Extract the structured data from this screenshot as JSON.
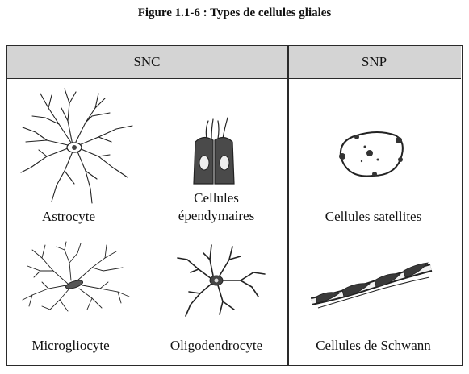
{
  "figure": {
    "title": "Figure 1.1-6 : Types de cellules gliales"
  },
  "table": {
    "headers": {
      "snc": "SNC",
      "snp": "SNP"
    },
    "cells": {
      "astrocyte": "Astrocyte",
      "ependymal_line1": "Cellules",
      "ependymal_line2": "épendymaires",
      "satellite": "Cellules satellites",
      "microglia": "Microgliocyte",
      "oligodendrocyte": "Oligodendrocyte",
      "schwann": "Cellules de Schwann"
    }
  }
}
